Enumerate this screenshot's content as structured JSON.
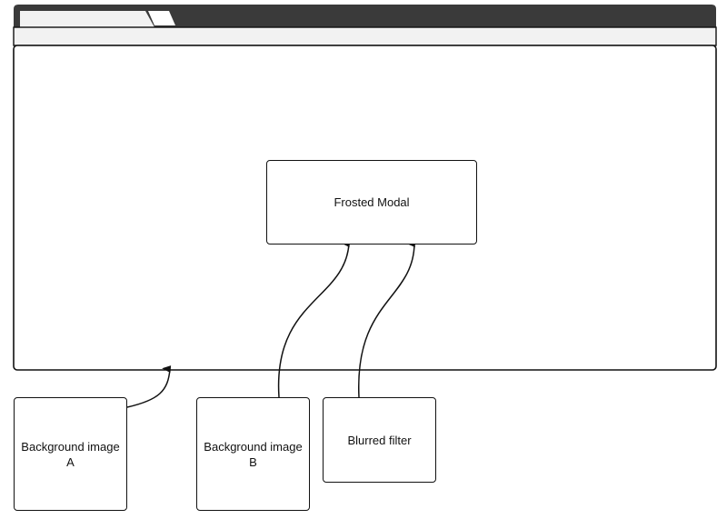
{
  "diagram": {
    "modal_label": "Frosted Modal",
    "source_a_label": "Background image\nA",
    "source_b_label": "Background image\nB",
    "filter_label": "Blurred filter"
  },
  "colors": {
    "stroke": "#111111",
    "title_bar": "#3a3a3a",
    "tab": "#f2f2f2",
    "toolbar": "#f2f2f2",
    "background": "#ffffff"
  },
  "icons": [
    "arrow-head-icon"
  ]
}
